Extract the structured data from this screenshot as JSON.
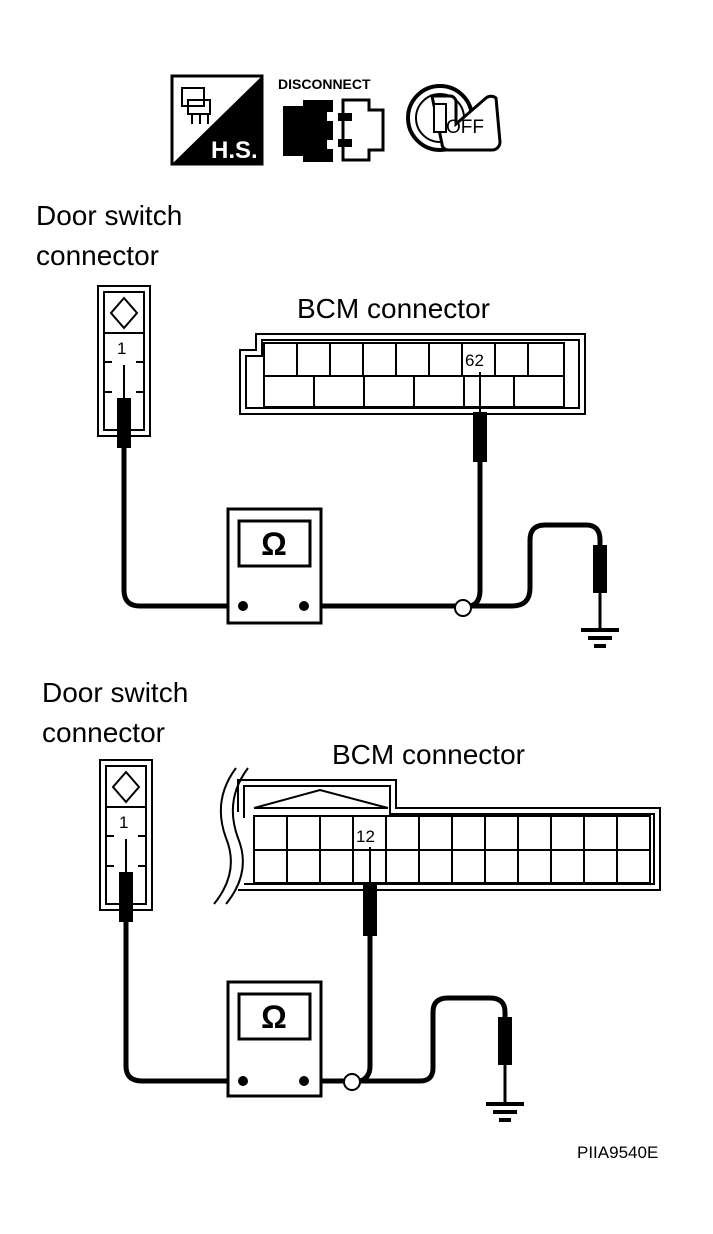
{
  "icons": {
    "hs_label": "H.S.",
    "disconnect_label": "DISCONNECT",
    "ignition_label": "OFF"
  },
  "top": {
    "door_label_1": "Door switch",
    "door_label_2": "connector",
    "door_pin": "1",
    "bcm_label": "BCM connector",
    "bcm_pin": "62",
    "meter_symbol": "Ω"
  },
  "bottom": {
    "door_label_1": "Door switch",
    "door_label_2": "connector",
    "door_pin": "1",
    "bcm_label": "BCM connector",
    "bcm_pin": "12",
    "meter_symbol": "Ω"
  },
  "figure_code": "PIIA9540E"
}
